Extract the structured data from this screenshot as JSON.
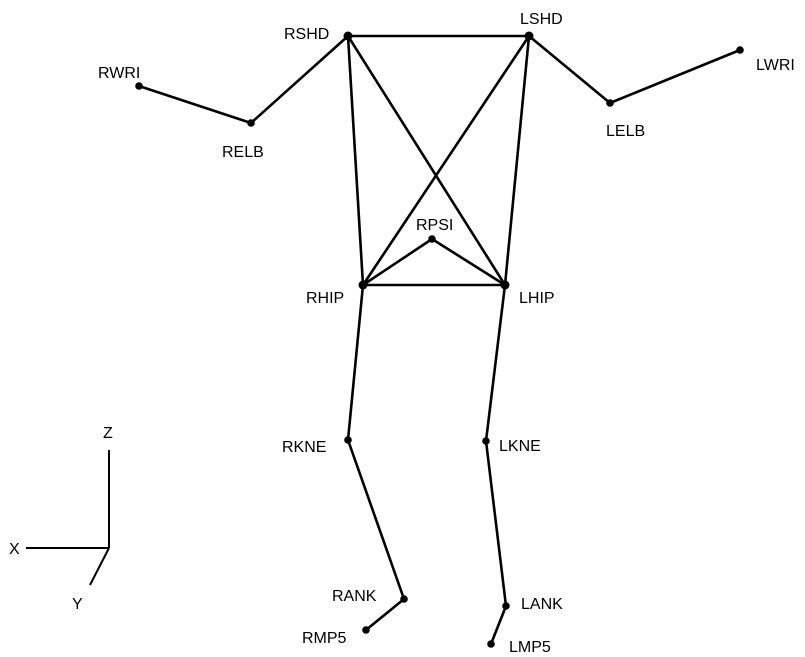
{
  "diagram": {
    "line_color": "#000000",
    "markers": {
      "rshd": "RSHD",
      "lshd": "LSHD",
      "rwri": "RWRI",
      "relb": "RELB",
      "lelb": "LELB",
      "lwri": "LWRI",
      "rpsi": "RPSI",
      "rhip": "RHIP",
      "lhip": "LHIP",
      "rkne": "RKNE",
      "lkne": "LKNE",
      "rank": "RANK",
      "lank": "LANK",
      "rmp5": "RMP5",
      "lmp5": "LMP5"
    },
    "axes": {
      "x": "X",
      "y": "Y",
      "z": "Z"
    }
  }
}
